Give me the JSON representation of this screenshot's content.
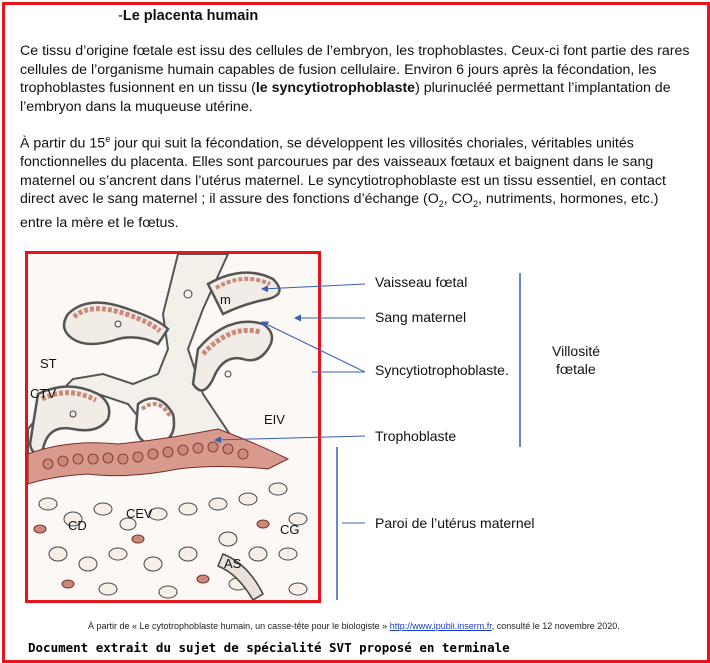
{
  "title": "Le placenta humain",
  "paragraph1": {
    "before_bold": "Ce tissu d’origine fœtale est issu des cellules de l’embryon, les trophoblastes. Ceux-ci font partie des rares cellules de l’organisme humain capables de fusion cellulaire. Environ 6 jours après la fécondation, les trophoblastes fusionnent en un tissu (",
    "bold": "le syncytiotrophoblaste",
    "after_bold": ") plurinucléé permettant l’implantation de l’embryon dans la muqueuse utérine."
  },
  "paragraph2": {
    "lead": "À partir du 15",
    "superscript": "e",
    "rest": " jour qui suit la fécondation, se développent les villosités choriales, véritables unités fonctionnelles du placenta. Elles sont parcourues par des vaisseaux fœtaux et baignent dans le sang maternel ou s’ancrent dans l’utérus maternel. Le syncytiotrophoblaste est un tissu essentiel, en contact direct avec le sang maternel ; il assure des fonctions d’échange (O",
    "sub1": "2",
    "mid": ", CO",
    "sub2": "2",
    "end": ", nutriments, hormones, etc.) entre la mère et le fœtus."
  },
  "figure": {
    "inner_labels": {
      "m": "m",
      "st": "ST",
      "ctv": "CTV",
      "eiv": "EIV",
      "cev": "CEV",
      "cd": "CD",
      "cg": "CG",
      "as": "AS"
    },
    "annotations": {
      "vaisseau": "Vaisseau fœtal",
      "sang": "Sang maternel",
      "syncytio": "Syncytiotrophoblaste.",
      "villosite_line1": "Villosité",
      "villosite_line2": "fœtale",
      "trophoblaste": "Trophoblaste",
      "paroi": "Paroi de l’utérus maternel"
    },
    "colors": {
      "frame": "#e8141b",
      "arrow": "#3a5fb0",
      "cells": "#c98a7c",
      "cell_dark": "#7a2a2a"
    }
  },
  "caption": {
    "text": "À partir de « Le cytotrophoblaste humain, un casse-tête pour le biologiste » ",
    "link": "http://www.ipubli.inserm.fr",
    "after": ", consulté le 12 novembre 2020."
  },
  "footer": "Document extrait du sujet de spécialité SVT proposé en terminale"
}
